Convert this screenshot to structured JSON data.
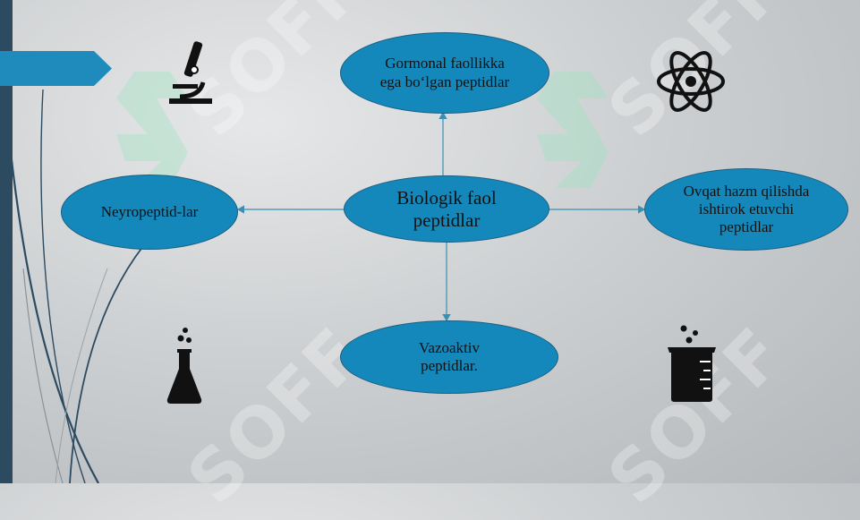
{
  "diagram": {
    "center": "Biologik faol peptidlar",
    "top": "Gormonal faollikka ega bo‘lgan peptidlar",
    "left": "Neyropeptid-lar",
    "right": "Ovqat hazm qilishda ishtirok etuvchi peptidlar",
    "bottom": "Vazoaktiv peptidlar."
  },
  "watermark": {
    "text": "SOFF"
  },
  "icons": [
    "microscope-icon",
    "atom-icon",
    "flask-icon",
    "beaker-icon"
  ],
  "colors": {
    "node_fill": "#1588bb",
    "node_border": "#1b5e80",
    "connector": "#3a8fb5",
    "accent": "#1f8bbd",
    "sidebar": "#2c4a60"
  }
}
